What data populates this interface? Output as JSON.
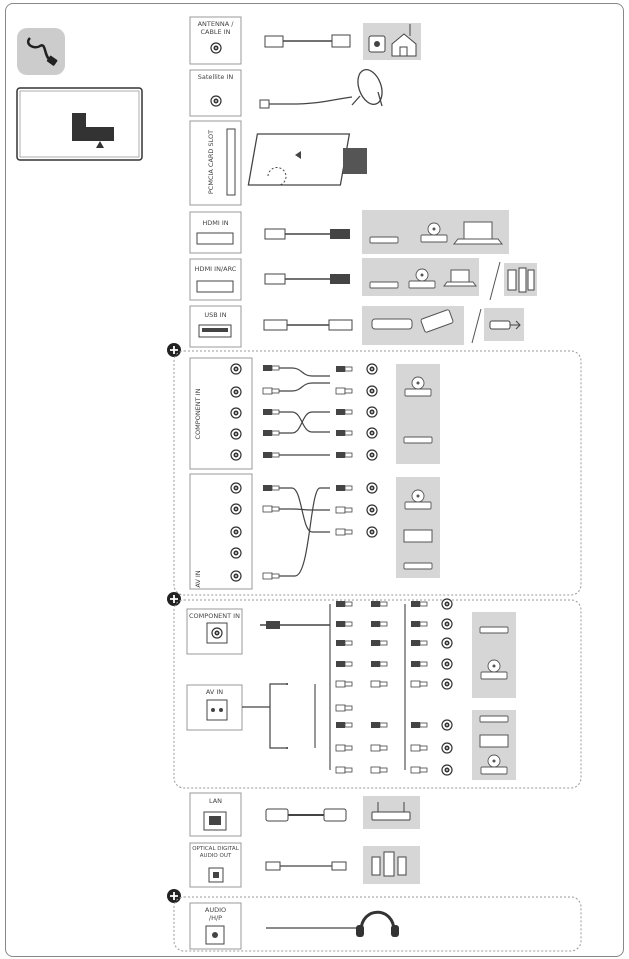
{
  "labels": {
    "antenna": "ANTENNA /\nCABLE IN",
    "satellite": "Satellite IN",
    "pcmcia": "PCMCIA CARD SLOT",
    "hdmi": "HDMI IN",
    "hdmi_arc": "HDMI IN/ARC",
    "usb": "USB IN",
    "component_vertical": "COMPONENT IN",
    "av_vertical": "AV IN",
    "component_box": "COMPONENT IN",
    "av_box": "AV IN",
    "lan": "LAN",
    "optical": "OPTICAL DIGITAL\nAUDIO OUT",
    "audio_hp": "AUDIO\n/H/P"
  },
  "colors": {
    "panel": "#d6d6d6",
    "border": "#888888",
    "line": "#444444",
    "device": "#777777"
  },
  "icons": [
    "cable-icon",
    "tv-icon",
    "house-icon",
    "satellite-dish-icon",
    "ci-card-icon",
    "dvd-player-icon",
    "laptop-icon",
    "speaker-icon",
    "usb-drive-icon",
    "router-icon",
    "headphones-icon",
    "plus-icon"
  ]
}
